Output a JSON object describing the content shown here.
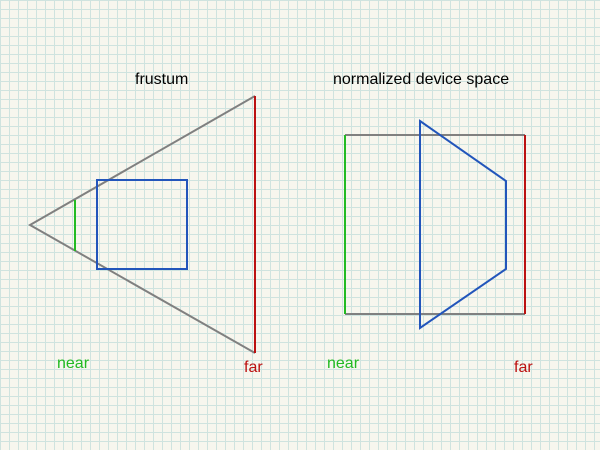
{
  "labels": {
    "frustum_title": "frustum",
    "ndc_title": "normalized device space",
    "near": "near",
    "far": "far"
  },
  "colors": {
    "frustum_outline": "#808080",
    "near_plane": "#22bb22",
    "far_plane": "#bb1111",
    "object": "#2255bb",
    "text": "#000000"
  }
}
